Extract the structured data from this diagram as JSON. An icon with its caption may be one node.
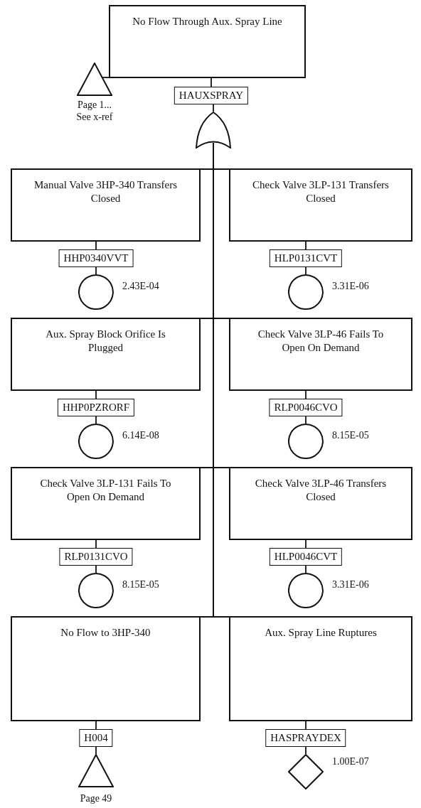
{
  "diagram": {
    "nodes": [
      {
        "text": [
          "No Flow Through Aux. Spray Line"
        ]
      },
      {
        "text": [],
        "shape": "triangle",
        "beside": [
          "Page 1... See x-ref"
        ]
      },
      {
        "text": [
          "HAUXSPRAY"
        ]
      },
      {
        "text": [],
        "shape": "gate"
      },
      {
        "text": [
          "Manual Valve 3HP-340 Transfers Closed"
        ]
      },
      {
        "text": [
          "HHP0340VVT"
        ]
      },
      {
        "text": [],
        "shape": "circle",
        "beside": [
          "2.43E-04"
        ]
      },
      {
        "text": [
          "Check Valve  3LP-131 Transfers Closed"
        ]
      },
      {
        "text": [
          "HLP0131CVT"
        ]
      },
      {
        "text": [],
        "shape": "circle",
        "beside": [
          "3.31E-06"
        ]
      },
      {
        "text": [
          "Aux. Spray Block Orifice Is Plugged"
        ]
      },
      {
        "text": [
          "HHP0PZRORF"
        ]
      },
      {
        "text": [],
        "shape": "circle",
        "beside": [
          "6.14E-08"
        ]
      },
      {
        "text": [
          "Check Valve 3LP-46 Fails To Open On Demand"
        ]
      },
      {
        "text": [
          "RLP0046CVO"
        ]
      },
      {
        "text": [],
        "shape": "circle",
        "beside": [
          "8.15E-05"
        ]
      },
      {
        "text": [
          "Check Valve 3LP-131 Fails To Open On Demand"
        ]
      },
      {
        "text": [
          "RLP0131CVO"
        ]
      },
      {
        "text": [],
        "shape": "circle",
        "beside": [
          "8.15E-05"
        ]
      },
      {
        "text": [
          "Check Valve  3LP-46 Transfers Closed"
        ]
      },
      {
        "text": [
          "HLP0046CVT"
        ]
      },
      {
        "text": [],
        "shape": "circle",
        "beside": [
          "3.31E-06"
        ]
      },
      {
        "text": [
          "No Flow to 3HP-340"
        ]
      },
      {
        "text": [
          "H004"
        ]
      },
      {
        "text": [],
        "shape": "triangle",
        "beside": [
          "Page 49"
        ]
      },
      {
        "text": [
          "Aux. Spray Line Ruptures"
        ]
      },
      {
        "text": [
          "HASPRAYDEX"
        ]
      },
      {
        "text": [],
        "shape": "diamond",
        "beside": [
          "1.00E-07"
        ]
      }
    ],
    "edges": [
      {
        "from": 1,
        "to": 0,
        "arrow": "none"
      },
      {
        "from": 0,
        "to": 2,
        "arrow": "none"
      },
      {
        "from": 2,
        "to": 3,
        "arrow": "none"
      },
      {
        "from": 3,
        "to": 4,
        "arrow": "none"
      },
      {
        "from": 4,
        "to": 5,
        "arrow": "none"
      },
      {
        "from": 5,
        "to": 6,
        "arrow": "none"
      },
      {
        "from": 3,
        "to": 7,
        "arrow": "none"
      },
      {
        "from": 7,
        "to": 8,
        "arrow": "none"
      },
      {
        "from": 8,
        "to": 9,
        "arrow": "none"
      },
      {
        "from": 3,
        "to": 10,
        "arrow": "none"
      },
      {
        "from": 10,
        "to": 11,
        "arrow": "none"
      },
      {
        "from": 11,
        "to": 12,
        "arrow": "none"
      },
      {
        "from": 3,
        "to": 13,
        "arrow": "none"
      },
      {
        "from": 13,
        "to": 14,
        "arrow": "none"
      },
      {
        "from": 14,
        "to": 15,
        "arrow": "none"
      },
      {
        "from": 3,
        "to": 16,
        "arrow": "none"
      },
      {
        "from": 16,
        "to": 17,
        "arrow": "none"
      },
      {
        "from": 17,
        "to": 18,
        "arrow": "none"
      },
      {
        "from": 3,
        "to": 19,
        "arrow": "none"
      },
      {
        "from": 19,
        "to": 20,
        "arrow": "none"
      },
      {
        "from": 20,
        "to": 21,
        "arrow": "none"
      },
      {
        "from": 3,
        "to": 22,
        "arrow": "none"
      },
      {
        "from": 22,
        "to": 23,
        "arrow": "none"
      },
      {
        "from": 23,
        "to": 24,
        "arrow": "none"
      },
      {
        "from": 3,
        "to": 25,
        "arrow": "none"
      },
      {
        "from": 25,
        "to": 26,
        "arrow": "none"
      },
      {
        "from": 26,
        "to": 27,
        "arrow": "none"
      }
    ]
  }
}
